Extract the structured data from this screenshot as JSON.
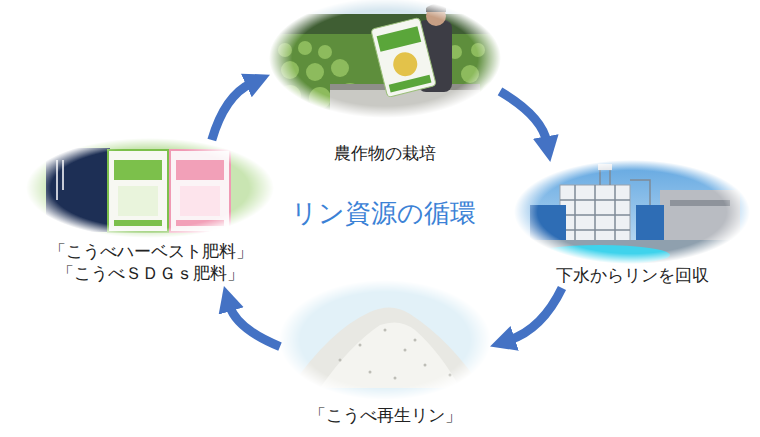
{
  "diagram": {
    "title": "リン資源の循環",
    "nodes": [
      {
        "text": [
          "農作物の栽培"
        ]
      },
      {
        "text": [
          "下水からリンを回収"
        ]
      },
      {
        "text": [
          "「こうべ再生リン」"
        ]
      },
      {
        "text": [
          "「こうべハーベスト肥料」",
          "「こうべＳＤＧｓ肥料」"
        ]
      }
    ],
    "edges": [
      {
        "from": 0,
        "to": 1,
        "arrow": "to"
      },
      {
        "from": 1,
        "to": 2,
        "arrow": "to"
      },
      {
        "from": 2,
        "to": 3,
        "arrow": "to"
      },
      {
        "from": 3,
        "to": 0,
        "arrow": "to"
      }
    ]
  }
}
